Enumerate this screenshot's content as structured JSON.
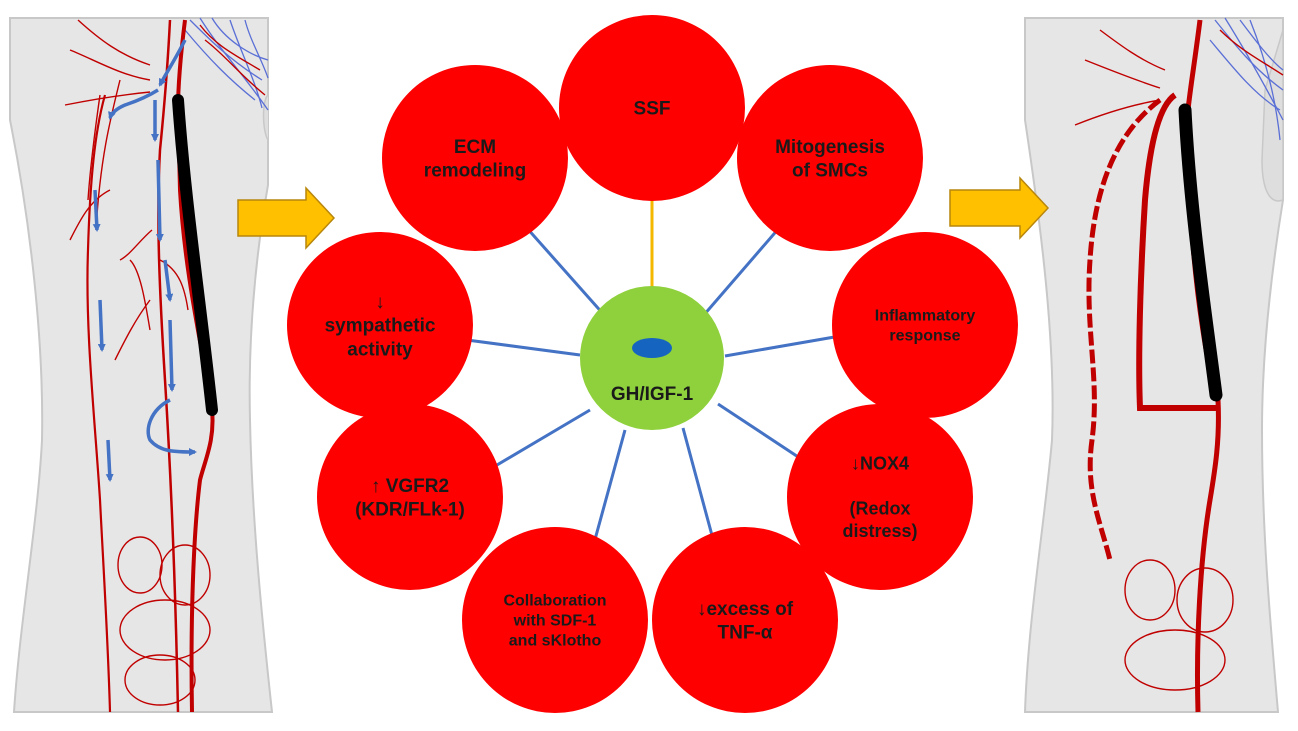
{
  "center": {
    "label": "GH/IGF-1"
  },
  "nodes": [
    {
      "id": "ssf",
      "lines": [
        "SSF"
      ]
    },
    {
      "id": "mitogenesis",
      "lines": [
        "Mitogenesis",
        "of SMCs"
      ]
    },
    {
      "id": "inflammatory",
      "lines": [
        "Inflammatory",
        "response"
      ]
    },
    {
      "id": "nox4",
      "lines": [
        "↓NOX4",
        "",
        "(Redox",
        "distress)"
      ]
    },
    {
      "id": "tnf",
      "lines": [
        "↓excess of",
        "TNF-α"
      ]
    },
    {
      "id": "sdf",
      "lines": [
        "Collaboration",
        "with SDF-1",
        "and sKlotho"
      ]
    },
    {
      "id": "vgfr2",
      "lines": [
        "↑ VGFR2",
        "(KDR/FLk-1)"
      ]
    },
    {
      "id": "sympathetic",
      "lines": [
        "↓",
        "sympathetic",
        "activity"
      ]
    },
    {
      "id": "ecm",
      "lines": [
        "ECM",
        "remodeling"
      ]
    }
  ],
  "colors": {
    "circle": "#ff0000",
    "center": "#8fd13c",
    "center_dot": "#1565c0",
    "arrow": "#4472c4",
    "ssf_arrow": "#f5b800",
    "block_arrow": "#ffc000",
    "artery": "#c00000",
    "collateral_flow": "#4472c4",
    "occlusion": "#000000",
    "leg_fill": "#e6e6e6"
  }
}
